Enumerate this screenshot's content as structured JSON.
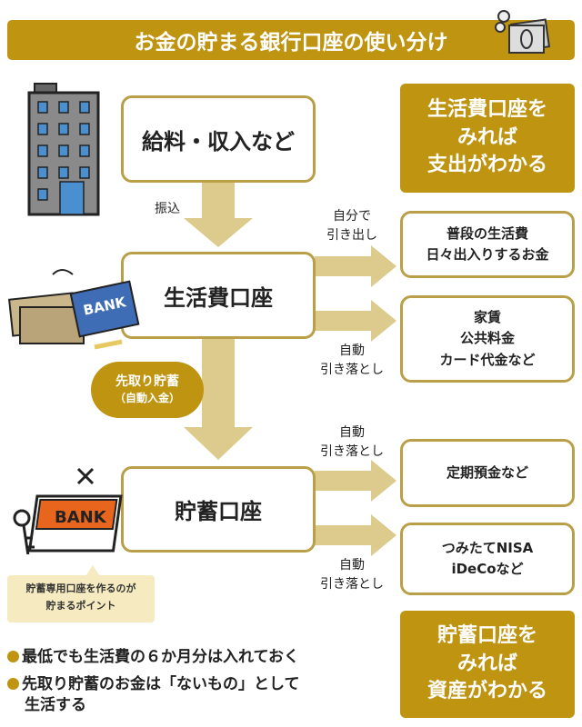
{
  "title": "お金の貯まる銀行口座の使い分け",
  "boxes": {
    "income": "給料・収入など",
    "living": "生活費口座",
    "savings": "貯蓄口座"
  },
  "labels": {
    "transfer": "振込",
    "withdraw1": "自分で",
    "withdraw2": "引き出し",
    "auto1": "自動",
    "auto2": "引き落とし"
  },
  "badge": {
    "line1": "先取り貯蓄",
    "line2": "（自動入金）"
  },
  "right": {
    "daily": [
      "普段の生活費",
      "日々出入りするお金"
    ],
    "fixed": [
      "家賃",
      "公共料金",
      "カード代金など"
    ],
    "deposit": [
      "定期預金など"
    ],
    "invest": [
      "つみたてNISA",
      "iDeCoなど"
    ]
  },
  "gold": {
    "top": [
      "生活費口座を",
      "みれば",
      "支出がわかる"
    ],
    "bottom": [
      "貯蓄口座を",
      "みれば",
      "資産がわかる"
    ]
  },
  "callout": [
    "貯蓄専用口座を作るのが",
    "貯まるポイント"
  ],
  "bank_text": "BANK",
  "bullets": [
    "最低でも生活費の６か月分は入れておく",
    "先取り貯蓄のお金は「ないもの」として",
    "生活する"
  ],
  "colors": {
    "gold": "#bf9410",
    "border": "#b9a048",
    "arrow": "#dccb8c",
    "callout": "#f6ebc0",
    "bank_orange": "#e8651e",
    "bank_blue": "#3f6db5"
  }
}
